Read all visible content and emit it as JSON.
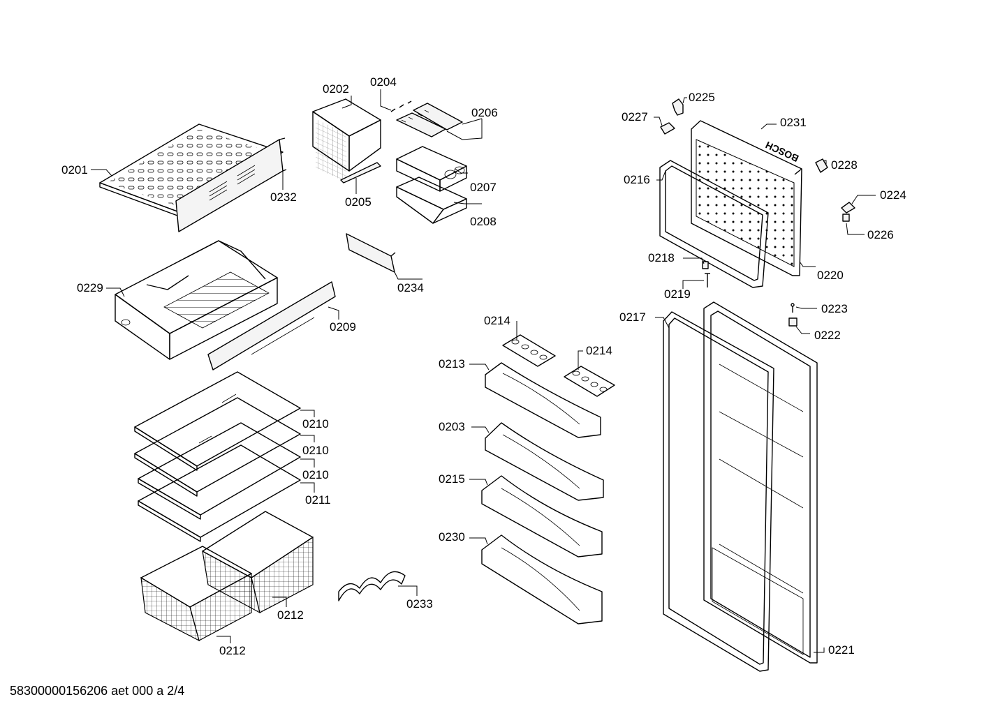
{
  "diagram": {
    "brand_text": "BOSCH",
    "footer_code": "58300000156206 aet 000 a 2/4",
    "part_labels": [
      {
        "key": "p0201",
        "text": "0201"
      },
      {
        "key": "p0202",
        "text": "0202"
      },
      {
        "key": "p0203",
        "text": "0203"
      },
      {
        "key": "p0204",
        "text": "0204"
      },
      {
        "key": "p0205",
        "text": "0205"
      },
      {
        "key": "p0206",
        "text": "0206"
      },
      {
        "key": "p0207",
        "text": "0207"
      },
      {
        "key": "p0208",
        "text": "0208"
      },
      {
        "key": "p0209",
        "text": "0209"
      },
      {
        "key": "p0210a",
        "text": "0210"
      },
      {
        "key": "p0210b",
        "text": "0210"
      },
      {
        "key": "p0210c",
        "text": "0210"
      },
      {
        "key": "p0211",
        "text": "0211"
      },
      {
        "key": "p0212a",
        "text": "0212"
      },
      {
        "key": "p0212b",
        "text": "0212"
      },
      {
        "key": "p0213",
        "text": "0213"
      },
      {
        "key": "p0214a",
        "text": "0214"
      },
      {
        "key": "p0214b",
        "text": "0214"
      },
      {
        "key": "p0215",
        "text": "0215"
      },
      {
        "key": "p0216",
        "text": "0216"
      },
      {
        "key": "p0217",
        "text": "0217"
      },
      {
        "key": "p0218",
        "text": "0218"
      },
      {
        "key": "p0219",
        "text": "0219"
      },
      {
        "key": "p0220",
        "text": "0220"
      },
      {
        "key": "p0221",
        "text": "0221"
      },
      {
        "key": "p0222",
        "text": "0222"
      },
      {
        "key": "p0223",
        "text": "0223"
      },
      {
        "key": "p0224",
        "text": "0224"
      },
      {
        "key": "p0225",
        "text": "0225"
      },
      {
        "key": "p0226",
        "text": "0226"
      },
      {
        "key": "p0227",
        "text": "0227"
      },
      {
        "key": "p0228",
        "text": "0228"
      },
      {
        "key": "p0229",
        "text": "0229"
      },
      {
        "key": "p0230",
        "text": "0230"
      },
      {
        "key": "p0231",
        "text": "0231"
      },
      {
        "key": "p0232",
        "text": "0232"
      },
      {
        "key": "p0233",
        "text": "0233"
      },
      {
        "key": "p0234",
        "text": "0234"
      }
    ]
  }
}
